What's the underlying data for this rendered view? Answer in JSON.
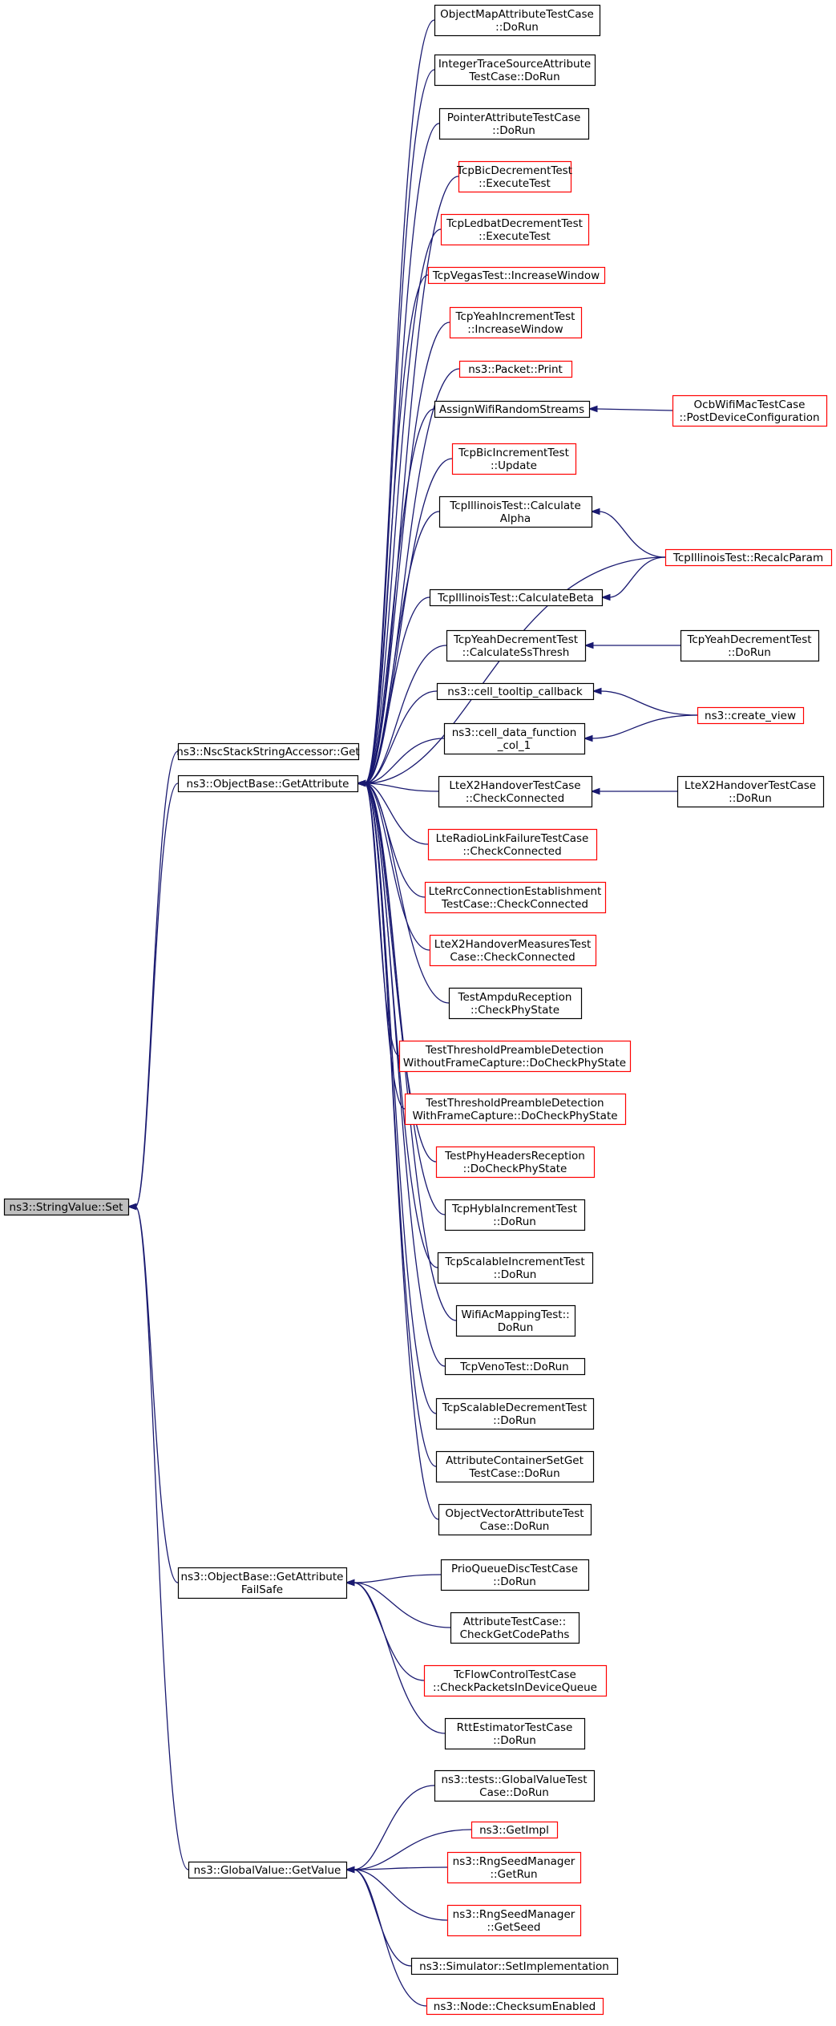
{
  "colors": {
    "edge": "#191970",
    "node_border": "#000000",
    "node_link_border": "#ff0000",
    "focus_fill": "#bfbfbf",
    "background": "#ffffff"
  },
  "nodes": [
    {
      "id": "set",
      "lines": [
        "ns3::StringValue::Set"
      ],
      "style": "focus"
    },
    {
      "id": "nsc",
      "lines": [
        "ns3::NscStackStringAccessor::Get"
      ],
      "style": "normal"
    },
    {
      "id": "getattr",
      "lines": [
        "ns3::ObjectBase::GetAttribute"
      ],
      "style": "normal"
    },
    {
      "id": "getattrfs",
      "lines": [
        "ns3::ObjectBase::GetAttribute",
        "FailSafe"
      ],
      "style": "normal"
    },
    {
      "id": "gvget",
      "lines": [
        "ns3::GlobalValue::GetValue"
      ],
      "style": "normal"
    },
    {
      "id": "omap",
      "lines": [
        "ObjectMapAttributeTestCase",
        "::DoRun"
      ],
      "style": "normal"
    },
    {
      "id": "itrace",
      "lines": [
        "IntegerTraceSourceAttribute",
        "TestCase::DoRun"
      ],
      "style": "normal"
    },
    {
      "id": "ptrattr",
      "lines": [
        "PointerAttributeTestCase",
        "::DoRun"
      ],
      "style": "normal"
    },
    {
      "id": "bicdec",
      "lines": [
        "TcpBicDecrementTest",
        "::ExecuteTest"
      ],
      "style": "link"
    },
    {
      "id": "ledbat",
      "lines": [
        "TcpLedbatDecrementTest",
        "::ExecuteTest"
      ],
      "style": "link"
    },
    {
      "id": "vegas",
      "lines": [
        "TcpVegasTest::IncreaseWindow"
      ],
      "style": "link"
    },
    {
      "id": "yeahinc",
      "lines": [
        "TcpYeahIncrementTest",
        "::IncreaseWindow"
      ],
      "style": "link"
    },
    {
      "id": "pktprint",
      "lines": [
        "ns3::Packet::Print"
      ],
      "style": "link"
    },
    {
      "id": "assignwifi",
      "lines": [
        "AssignWifiRandomStreams"
      ],
      "style": "normal"
    },
    {
      "id": "ocbwifi",
      "lines": [
        "OcbWifiMacTestCase",
        "::PostDeviceConfiguration"
      ],
      "style": "link"
    },
    {
      "id": "bicinc",
      "lines": [
        "TcpBicIncrementTest",
        "::Update"
      ],
      "style": "link"
    },
    {
      "id": "illalpha",
      "lines": [
        "TcpIllinoisTest::Calculate",
        "Alpha"
      ],
      "style": "normal"
    },
    {
      "id": "illrecalc",
      "lines": [
        "TcpIllinoisTest::RecalcParam"
      ],
      "style": "link"
    },
    {
      "id": "illbeta",
      "lines": [
        "TcpIllinoisTest::CalculateBeta"
      ],
      "style": "normal"
    },
    {
      "id": "yeahdec",
      "lines": [
        "TcpYeahDecrementTest",
        "::CalculateSsThresh"
      ],
      "style": "normal"
    },
    {
      "id": "yeahdecrun",
      "lines": [
        "TcpYeahDecrementTest",
        "::DoRun"
      ],
      "style": "normal"
    },
    {
      "id": "celltooltip",
      "lines": [
        "ns3::cell_tooltip_callback"
      ],
      "style": "normal"
    },
    {
      "id": "createview",
      "lines": [
        "ns3::create_view"
      ],
      "style": "link"
    },
    {
      "id": "celldata",
      "lines": [
        "ns3::cell_data_function",
        "_col_1"
      ],
      "style": "normal"
    },
    {
      "id": "ltex2check",
      "lines": [
        "LteX2HandoverTestCase",
        "::CheckConnected"
      ],
      "style": "normal"
    },
    {
      "id": "ltex2run",
      "lines": [
        "LteX2HandoverTestCase",
        "::DoRun"
      ],
      "style": "normal"
    },
    {
      "id": "lterlf",
      "lines": [
        "LteRadioLinkFailureTestCase",
        "::CheckConnected"
      ],
      "style": "link"
    },
    {
      "id": "lterrc",
      "lines": [
        "LteRrcConnectionEstablishment",
        "TestCase::CheckConnected"
      ],
      "style": "link"
    },
    {
      "id": "ltex2meas",
      "lines": [
        "LteX2HandoverMeasuresTest",
        "Case::CheckConnected"
      ],
      "style": "link"
    },
    {
      "id": "ampdu",
      "lines": [
        "TestAmpduReception",
        "::CheckPhyState"
      ],
      "style": "normal"
    },
    {
      "id": "threshwithout",
      "lines": [
        "TestThresholdPreambleDetection",
        "WithoutFrameCapture::DoCheckPhyState"
      ],
      "style": "link"
    },
    {
      "id": "threshwith",
      "lines": [
        "TestThresholdPreambleDetection",
        "WithFrameCapture::DoCheckPhyState"
      ],
      "style": "link"
    },
    {
      "id": "phyheaders",
      "lines": [
        "TestPhyHeadersReception",
        "::DoCheckPhyState"
      ],
      "style": "link"
    },
    {
      "id": "hybla",
      "lines": [
        "TcpHyblaIncrementTest",
        "::DoRun"
      ],
      "style": "normal"
    },
    {
      "id": "scalinc",
      "lines": [
        "TcpScalableIncrementTest",
        "::DoRun"
      ],
      "style": "normal"
    },
    {
      "id": "wifiac",
      "lines": [
        "WifiAcMappingTest::",
        "DoRun"
      ],
      "style": "normal"
    },
    {
      "id": "veno",
      "lines": [
        "TcpVenoTest::DoRun"
      ],
      "style": "normal"
    },
    {
      "id": "scaldec",
      "lines": [
        "TcpScalableDecrementTest",
        "::DoRun"
      ],
      "style": "normal"
    },
    {
      "id": "attrcont",
      "lines": [
        "AttributeContainerSetGet",
        "TestCase::DoRun"
      ],
      "style": "normal"
    },
    {
      "id": "objvec",
      "lines": [
        "ObjectVectorAttributeTest",
        "Case::DoRun"
      ],
      "style": "normal"
    },
    {
      "id": "prio",
      "lines": [
        "PrioQueueDiscTestCase",
        "::DoRun"
      ],
      "style": "normal"
    },
    {
      "id": "attrtest",
      "lines": [
        "AttributeTestCase::",
        "CheckGetCodePaths"
      ],
      "style": "normal"
    },
    {
      "id": "tcflow",
      "lines": [
        "TcFlowControlTestCase",
        "::CheckPacketsInDeviceQueue"
      ],
      "style": "link"
    },
    {
      "id": "rtt",
      "lines": [
        "RttEstimatorTestCase",
        "::DoRun"
      ],
      "style": "normal"
    },
    {
      "id": "gvtest",
      "lines": [
        "ns3::tests::GlobalValueTest",
        "Case::DoRun"
      ],
      "style": "normal"
    },
    {
      "id": "getimpl",
      "lines": [
        "ns3::GetImpl"
      ],
      "style": "link"
    },
    {
      "id": "rngrun",
      "lines": [
        "ns3::RngSeedManager",
        "::GetRun"
      ],
      "style": "link"
    },
    {
      "id": "rngseed",
      "lines": [
        "ns3::RngSeedManager",
        "::GetSeed"
      ],
      "style": "link"
    },
    {
      "id": "simimpl",
      "lines": [
        "ns3::Simulator::SetImplementation"
      ],
      "style": "normal"
    },
    {
      "id": "checksum",
      "lines": [
        "ns3::Node::ChecksumEnabled"
      ],
      "style": "link"
    }
  ],
  "edges": [
    [
      "nsc",
      "set"
    ],
    [
      "getattr",
      "set"
    ],
    [
      "getattrfs",
      "set"
    ],
    [
      "gvget",
      "set"
    ],
    [
      "omap",
      "getattr"
    ],
    [
      "itrace",
      "getattr"
    ],
    [
      "ptrattr",
      "getattr"
    ],
    [
      "bicdec",
      "getattr"
    ],
    [
      "ledbat",
      "getattr"
    ],
    [
      "vegas",
      "getattr"
    ],
    [
      "yeahinc",
      "getattr"
    ],
    [
      "pktprint",
      "getattr"
    ],
    [
      "assignwifi",
      "getattr"
    ],
    [
      "bicinc",
      "getattr"
    ],
    [
      "illalpha",
      "getattr"
    ],
    [
      "illrecalc",
      "getattr"
    ],
    [
      "illbeta",
      "getattr"
    ],
    [
      "yeahdec",
      "getattr"
    ],
    [
      "celltooltip",
      "getattr"
    ],
    [
      "celldata",
      "getattr"
    ],
    [
      "ltex2check",
      "getattr"
    ],
    [
      "lterlf",
      "getattr"
    ],
    [
      "lterrc",
      "getattr"
    ],
    [
      "ltex2meas",
      "getattr"
    ],
    [
      "ampdu",
      "getattr"
    ],
    [
      "threshwithout",
      "getattr"
    ],
    [
      "threshwith",
      "getattr"
    ],
    [
      "phyheaders",
      "getattr"
    ],
    [
      "hybla",
      "getattr"
    ],
    [
      "scalinc",
      "getattr"
    ],
    [
      "wifiac",
      "getattr"
    ],
    [
      "veno",
      "getattr"
    ],
    [
      "scaldec",
      "getattr"
    ],
    [
      "attrcont",
      "getattr"
    ],
    [
      "objvec",
      "getattr"
    ],
    [
      "ocbwifi",
      "assignwifi"
    ],
    [
      "illrecalc",
      "illalpha"
    ],
    [
      "illrecalc",
      "illbeta"
    ],
    [
      "yeahdecrun",
      "yeahdec"
    ],
    [
      "createview",
      "celltooltip"
    ],
    [
      "createview",
      "celldata"
    ],
    [
      "ltex2run",
      "ltex2check"
    ],
    [
      "prio",
      "getattrfs"
    ],
    [
      "attrtest",
      "getattrfs"
    ],
    [
      "tcflow",
      "getattrfs"
    ],
    [
      "rtt",
      "getattrfs"
    ],
    [
      "gvtest",
      "gvget"
    ],
    [
      "getimpl",
      "gvget"
    ],
    [
      "rngrun",
      "gvget"
    ],
    [
      "rngseed",
      "gvget"
    ],
    [
      "simimpl",
      "gvget"
    ],
    [
      "checksum",
      "gvget"
    ]
  ]
}
